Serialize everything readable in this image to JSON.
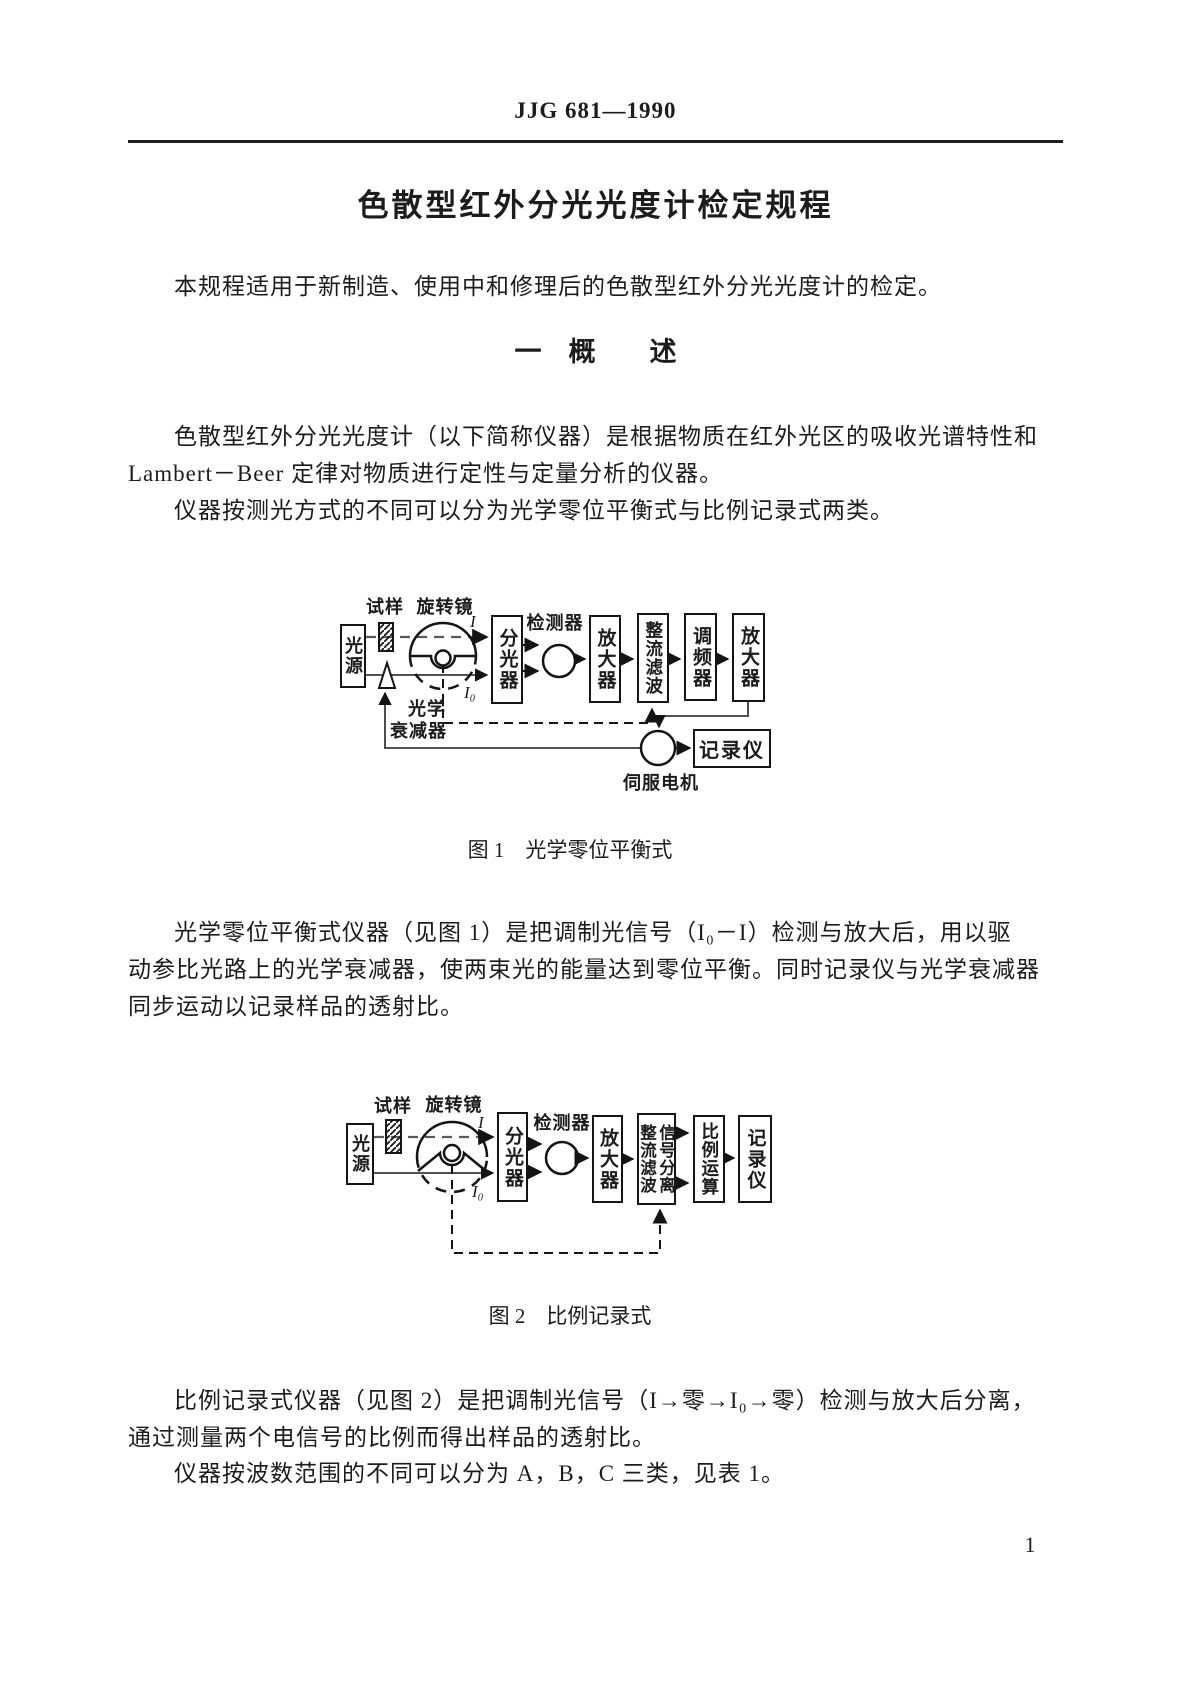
{
  "header": {
    "code": "JJG 681—1990"
  },
  "title": "色散型红外分光光度计检定规程",
  "paragraphs": {
    "p1": "本规程适用于新制造、使用中和修理后的色散型红外分光光度计的检定。",
    "section_heading": "一　概　　述",
    "p2_lines": [
      "色散型红外分光光度计（以下简称仪器）是根据物质在红外光区的吸收光谱特性和",
      "Lambert－Beer 定律对物质进行定性与定量分析的仪器。"
    ],
    "p3": "仪器按测光方式的不同可以分为光学零位平衡式与比例记录式两类。",
    "p4_lines": [
      "光学零位平衡式仪器（见图 1）是把调制光信号（I₀－I）检测与放大后，用以驱",
      "动参比光路上的光学衰减器，使两束光的能量达到零位平衡。同时记录仪与光学衰减器",
      "同步运动以记录样品的透射比。"
    ],
    "p5_lines": [
      "比例记录式仪器（见图 2）是把调制光信号（I→零→I₀→零）检测与放大后分离，",
      "通过测量两个电信号的比例而得出样品的透射比。"
    ],
    "p6": "仪器按波数范围的不同可以分为 A，B，C 三类，见表 1。"
  },
  "fig1": {
    "caption": "图 1　光学零位平衡式",
    "labels": {
      "source": "光源",
      "sample": "试样",
      "mirror": "旋转镜",
      "beam_i": "I",
      "beam_i0": "I₀",
      "mono": "分光器",
      "detector": "检测器",
      "amp1": "放大器",
      "rectifier": "整流滤波",
      "fm": "调频器",
      "amp2": "放大器",
      "attenuator_l1": "光学",
      "attenuator_l2": "衰减器",
      "servo": "伺服电机",
      "recorder": "记录仪"
    }
  },
  "fig2": {
    "caption": "图 2　比例记录式",
    "labels": {
      "source": "光源",
      "sample": "试样",
      "mirror": "旋转镜",
      "beam_i": "I",
      "beam_i0": "I₀",
      "mono": "分光器",
      "detector": "检测器",
      "amp": "放大器",
      "sep_left": "整流滤波",
      "sep_right": "信号分离",
      "ratio": "比例运算",
      "recorder": "记录仪"
    }
  },
  "page_number": "1"
}
